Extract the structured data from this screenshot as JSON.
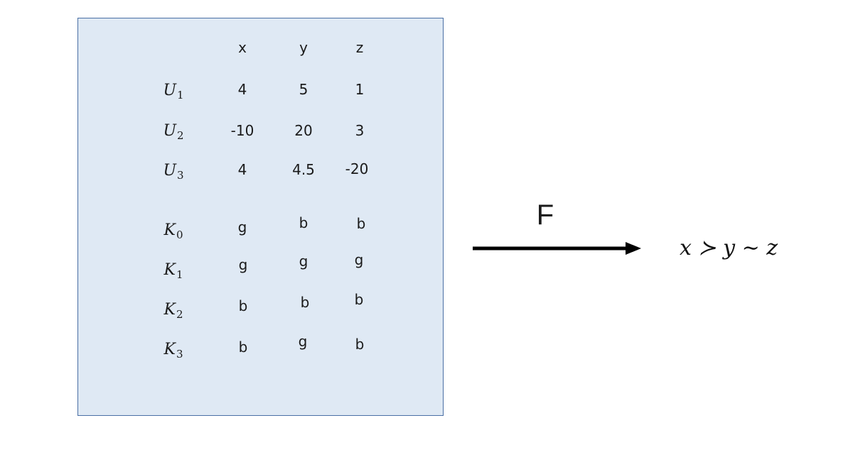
{
  "table": {
    "columns": [
      "x",
      "y",
      "z"
    ],
    "utility_rows": [
      {
        "symbol": "U",
        "subscript": "1",
        "values": [
          "4",
          "5",
          "1"
        ]
      },
      {
        "symbol": "U",
        "subscript": "2",
        "values": [
          "-10",
          "20",
          "3"
        ]
      },
      {
        "symbol": "U",
        "subscript": "3",
        "values": [
          "4",
          "4.5",
          "-20"
        ]
      }
    ],
    "knowledge_rows": [
      {
        "symbol": "K",
        "subscript": "0",
        "values": [
          "g",
          "b",
          "b"
        ]
      },
      {
        "symbol": "K",
        "subscript": "1",
        "values": [
          "g",
          "g",
          "g"
        ]
      },
      {
        "symbol": "K",
        "subscript": "2",
        "values": [
          "b",
          "b",
          "b"
        ]
      },
      {
        "symbol": "K",
        "subscript": "3",
        "values": [
          "b",
          "g",
          "b"
        ]
      }
    ]
  },
  "arrow": {
    "label": "F"
  },
  "result": "x ≻ y ∼ z",
  "colors": {
    "panel_fill": "#dfe9f4",
    "panel_border": "#4a6fa5",
    "text": "#1a1a1a"
  }
}
